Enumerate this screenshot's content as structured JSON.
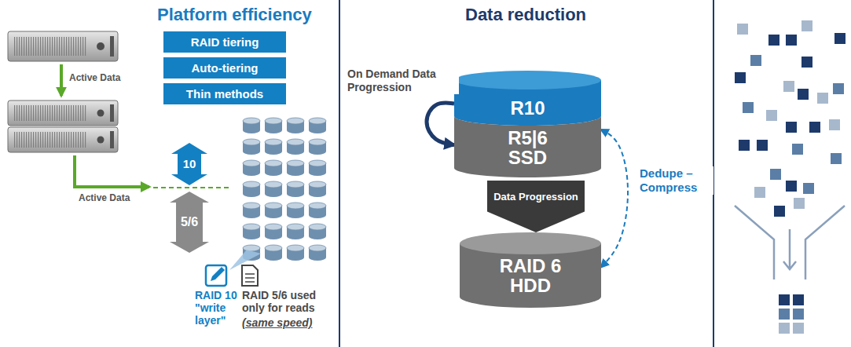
{
  "diagram": {
    "nodes": [
      {
        "text": [
          "RAID tiering"
        ]
      },
      {
        "text": [
          "Auto-tiering"
        ]
      },
      {
        "text": [
          "Thin methods"
        ]
      },
      {
        "text": [
          "10"
        ]
      },
      {
        "text": [
          "5/6"
        ]
      },
      {
        "text": [
          "R10"
        ]
      },
      {
        "text": [
          "R5|6 SSD"
        ]
      },
      {
        "text": [
          "Data Progression"
        ]
      },
      {
        "text": [
          "RAID 6 HDD"
        ]
      }
    ],
    "edges": [
      {
        "from": 5,
        "to": 6,
        "arrow": "to",
        "label": "On Demand Data Progression"
      },
      {
        "from": 6,
        "to": 8,
        "arrow": "both",
        "label": "Dedupe – Compress"
      }
    ],
    "labels": [
      "Platform efficiency",
      "Data reduction",
      "Active Data",
      "Active Data",
      "RAID 10 \"write layer\"",
      "RAID 5/6 used only for reads",
      "(same speed)"
    ]
  }
}
